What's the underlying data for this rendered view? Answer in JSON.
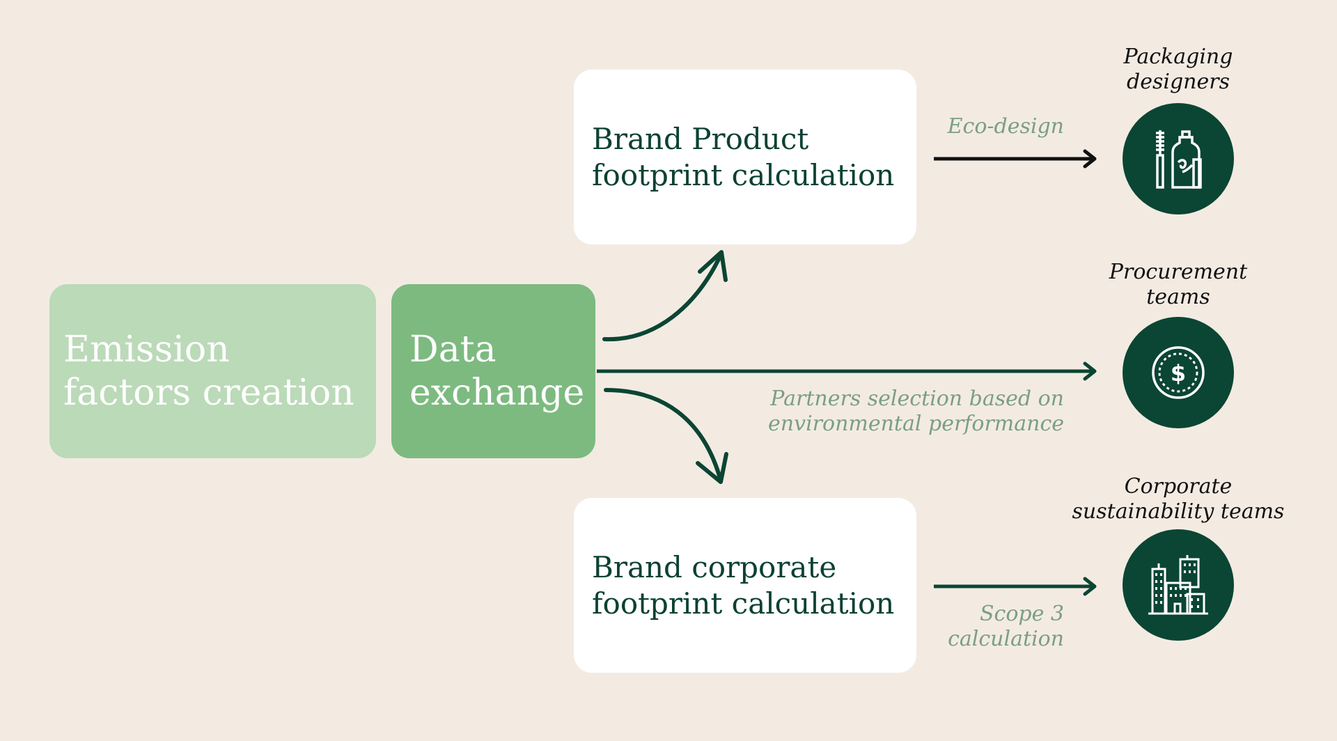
{
  "stages": {
    "emission": {
      "line1": "Emission",
      "line2": "factors creation"
    },
    "data_exchange": {
      "line1": "Data",
      "line2": "exchange"
    }
  },
  "outputs": [
    {
      "line1": "Brand Product",
      "line2": "footprint calculation"
    },
    {
      "line1": "Brand corporate",
      "line2": "footprint calculation"
    }
  ],
  "uses": {
    "eco_design": "Eco-design",
    "partners": {
      "line1": "Partners selection based on",
      "line2": "environmental performance"
    },
    "scope3": {
      "line1": "Scope 3",
      "line2": "calculation"
    }
  },
  "audiences": [
    {
      "line1": "Packaging",
      "line2": "designers",
      "icon": "cosmetics-packaging-icon"
    },
    {
      "line1": "Procurement",
      "line2": "teams",
      "icon": "dollar-coin-icon"
    },
    {
      "line1": "Corporate",
      "line2": "sustainability teams",
      "icon": "buildings-icon"
    }
  ],
  "colors": {
    "background": "#f3ebe2",
    "light_green": "#bbdab8",
    "mid_green": "#7dba80",
    "dark_green": "#0b4534",
    "muted_label": "#7a9e86"
  }
}
